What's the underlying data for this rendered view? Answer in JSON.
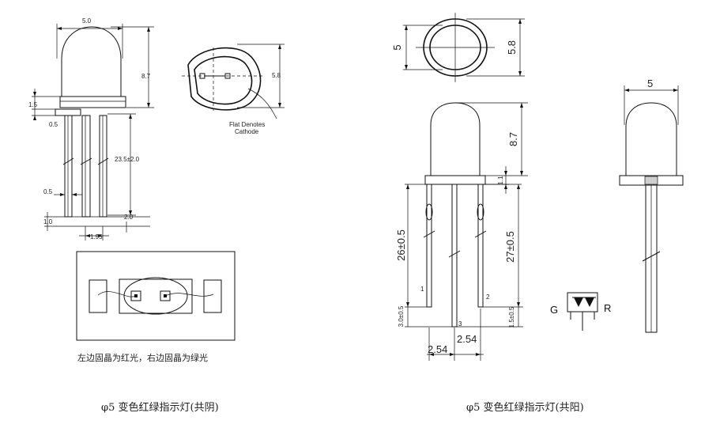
{
  "left_diagram": {
    "dims": {
      "width": "5.0",
      "height": "8.7",
      "collar": "1.5",
      "collar_small": "0.5",
      "lead_length": "23.5±2.0",
      "lead_width": "0.5",
      "lead_end": "1.0",
      "span": "2.0",
      "pitch": "1.95",
      "top_diameter": "5.8"
    },
    "flat_note_line1": "Flat Denotes",
    "flat_note_line2": "Cathode",
    "chip_caption": "左边固晶为红光，右边固晶为绿光",
    "title": "φ5 变色红绿指示灯(共阴)"
  },
  "right_diagram": {
    "dims": {
      "top_inner": "5",
      "top_outer": "5.8",
      "height": "8.7",
      "collar": "1.1",
      "lead_left": "26±0.5",
      "lead_mid": "27±0.5",
      "lead_bottom": "3.0±0.5",
      "lead_right_bottom": "1.5±0.5",
      "pitch_left": "2.54",
      "pitch_right": "2.54",
      "side_width": "5"
    },
    "pin_labels": [
      "1",
      "2",
      "3"
    ],
    "symbol": {
      "left_label": "G",
      "right_label": "R"
    },
    "title": "φ5 变色红绿指示灯(共阳)"
  }
}
